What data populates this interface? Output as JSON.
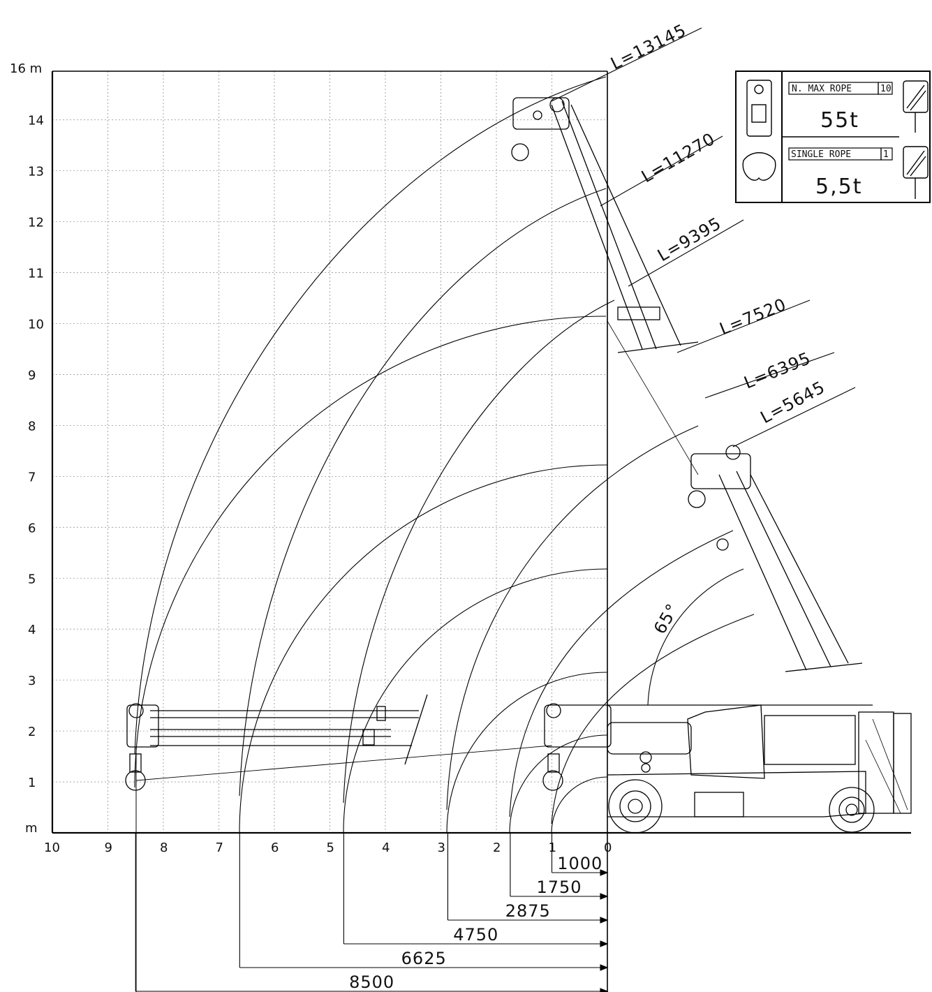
{
  "axes": {
    "y_top_label": "16 m",
    "y_bottom_label": "m",
    "y_ticks": [
      "1",
      "2",
      "3",
      "4",
      "5",
      "6",
      "7",
      "8",
      "9",
      "10",
      "11",
      "12",
      "13",
      "14"
    ],
    "x_ticks": [
      "10",
      "9",
      "8",
      "7",
      "6",
      "5",
      "4",
      "3",
      "2",
      "1",
      "0"
    ]
  },
  "boom_lengths": [
    "L=13145",
    "L=11270",
    "L=9395",
    "L=7520",
    "L=6395",
    "L=5645"
  ],
  "radii": [
    "1000",
    "1750",
    "2875",
    "4750",
    "6625",
    "8500"
  ],
  "angle_label": "65°",
  "capacity_table": {
    "rows": [
      {
        "rope_label": "N. MAX ROPE",
        "rope_count": "10",
        "capacity": "55t"
      },
      {
        "rope_label": "SINGLE ROPE",
        "rope_count": "1",
        "capacity": "5,5t"
      }
    ]
  }
}
